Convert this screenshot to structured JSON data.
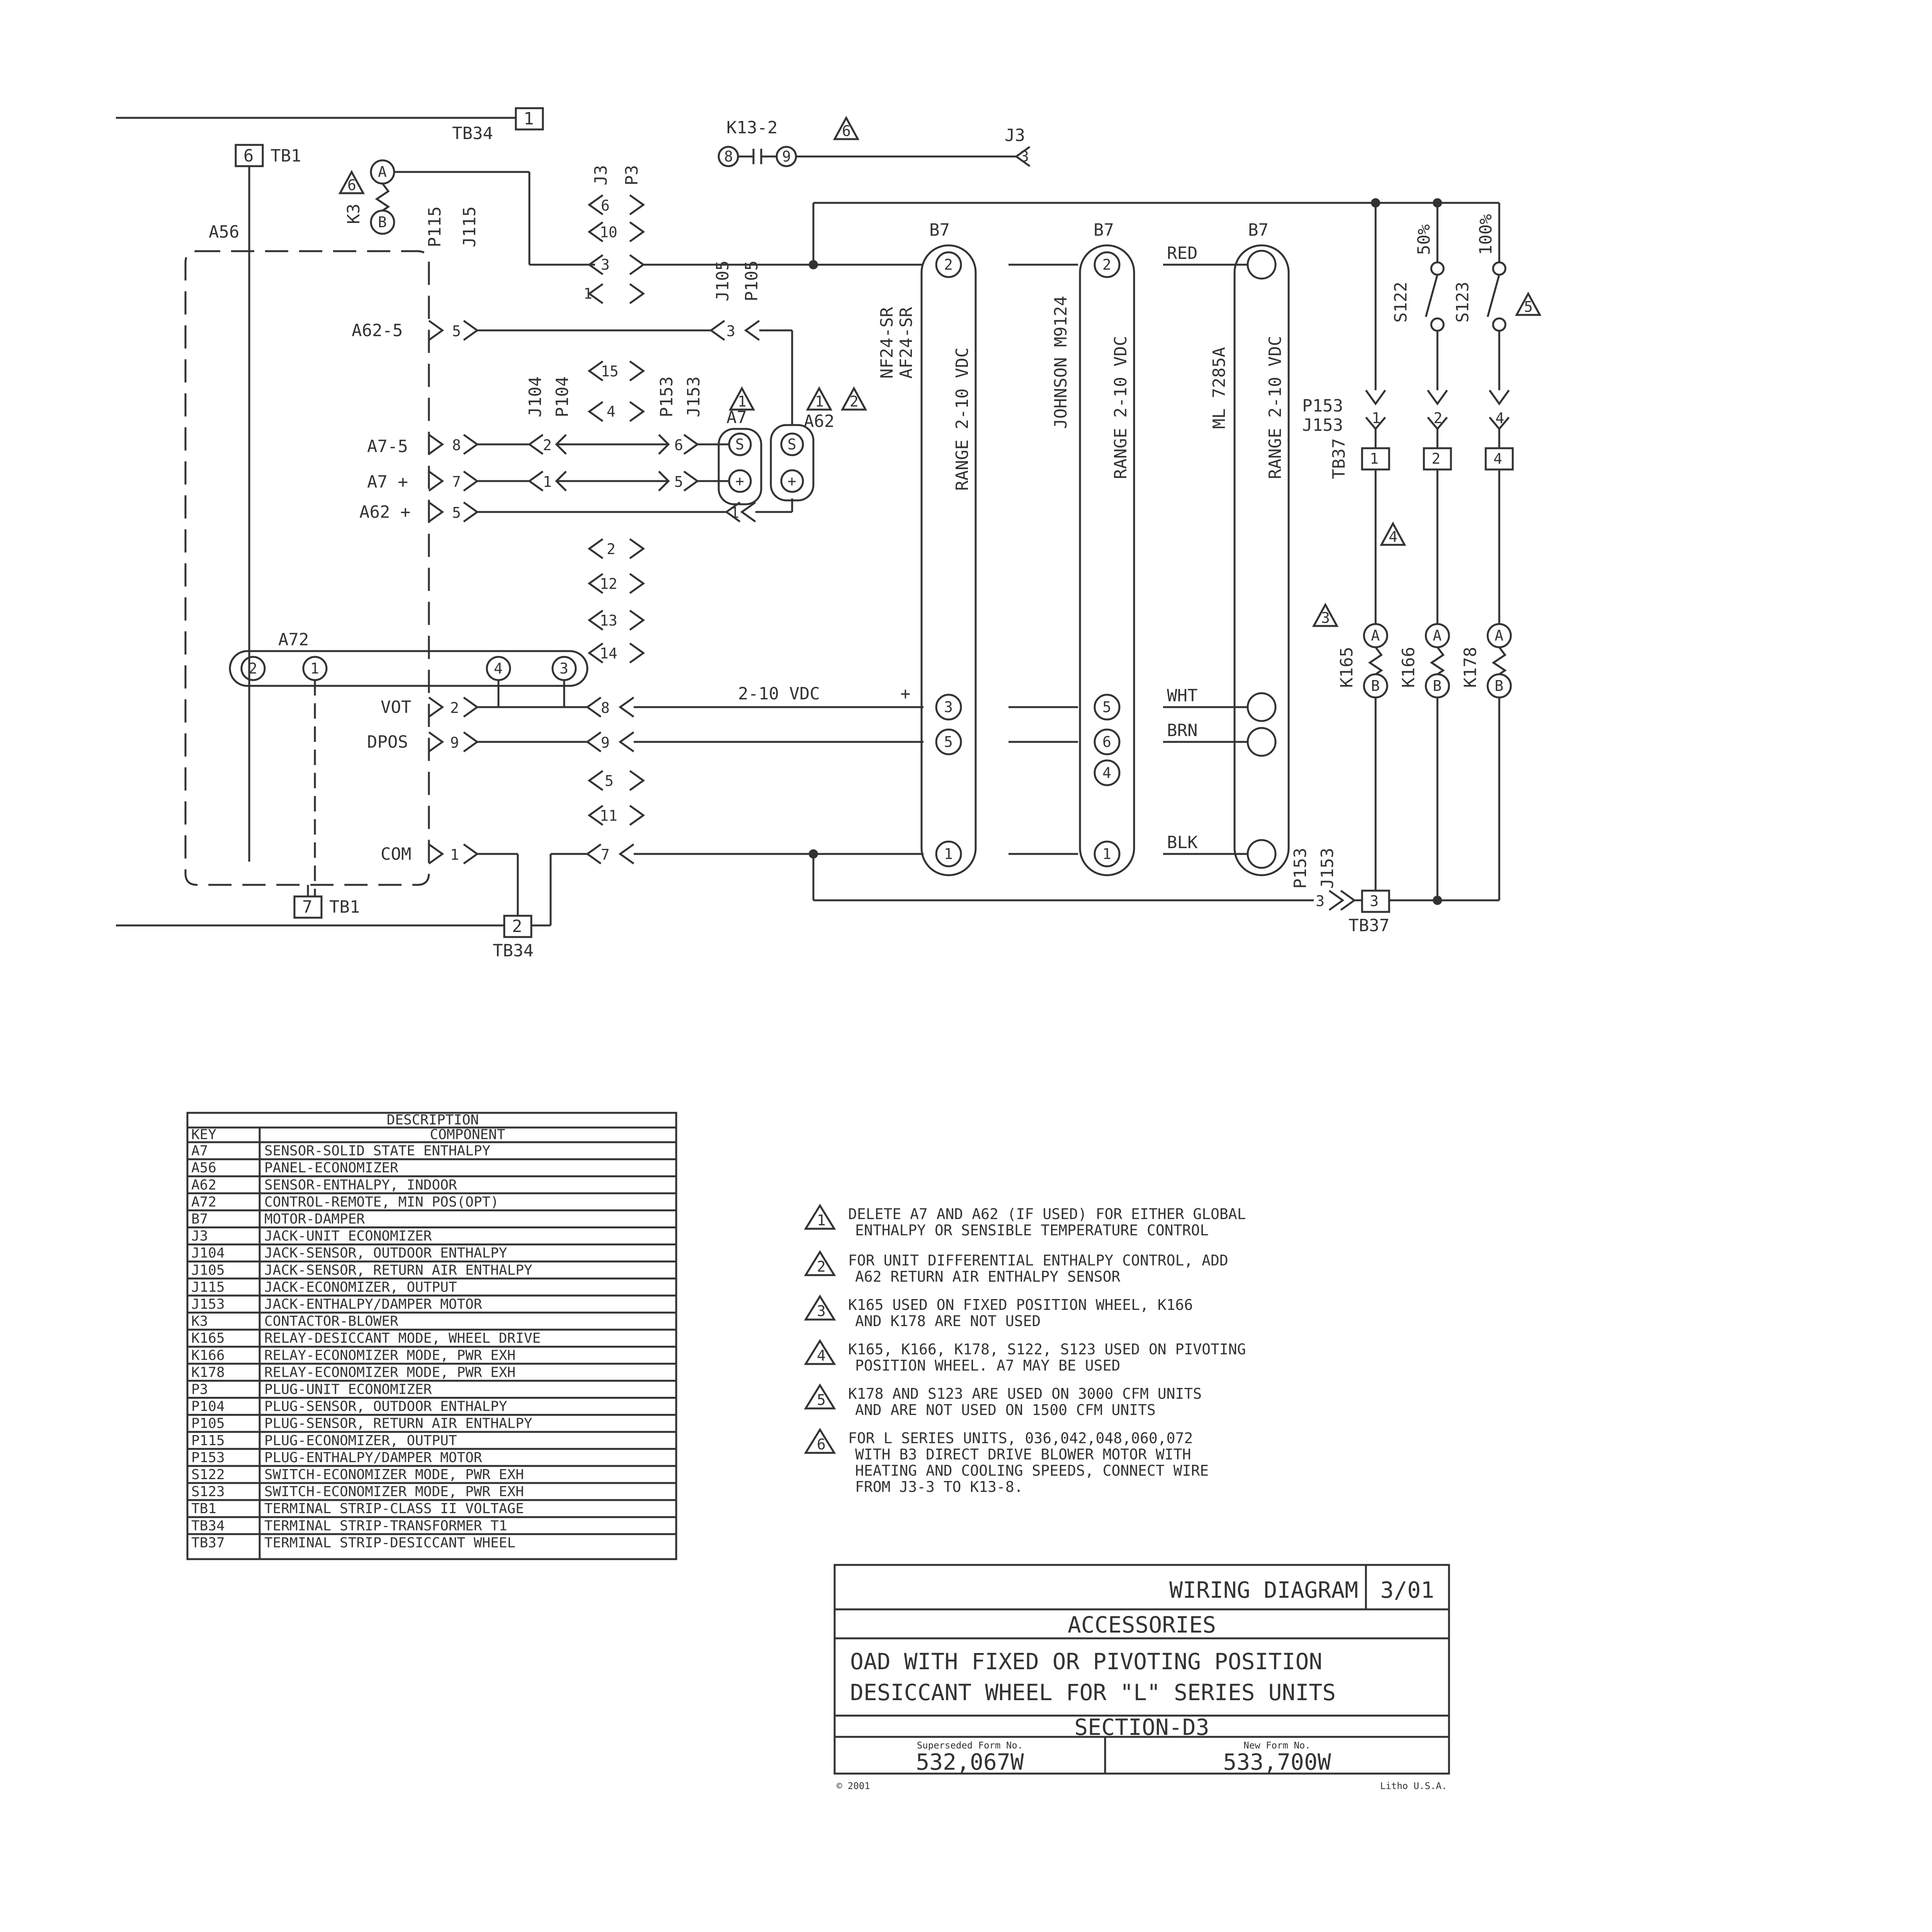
{
  "labels": {
    "tb34": "TB34",
    "tb1": "TB1",
    "k13_2": "K13-2",
    "j3": "J3",
    "p3": "P3",
    "k3": "K3",
    "p115": "P115",
    "j115": "J115",
    "a56": "A56",
    "b7": "B7",
    "a62_5": "A62-5",
    "a7_5": "A7-5",
    "a7_plus": "A7 +",
    "a62_plus": "A62 +",
    "j104": "J104",
    "p104": "P104",
    "p153": "P153",
    "j153": "J153",
    "j105": "J105",
    "p105": "P105",
    "a7": "A7",
    "a62": "A62",
    "a72": "A72",
    "vot": "VOT",
    "dpos": "DPOS",
    "com": "COM",
    "vdc": "2-10 VDC",
    "plus": "+",
    "nf24": "NF24-SR",
    "af24": "AF24-SR",
    "johnson": "JOHNSON M9124",
    "ml7285a": "ML 7285A",
    "range": "RANGE 2-10 VDC",
    "red": "RED",
    "wht": "WHT",
    "brn": "BRN",
    "blk": "BLK",
    "s122": "S122",
    "s123": "S123",
    "p50": "50%",
    "p100": "100%",
    "tb37": "TB37",
    "k165": "K165",
    "k166": "K166",
    "k178": "K178",
    "n_a": "A",
    "n_b": "B",
    "n_s": "S",
    "n_plus": "+",
    "n1": "1",
    "n2": "2",
    "n3": "3",
    "n4": "4",
    "n5": "5",
    "n6": "6",
    "n7": "7",
    "n8": "8",
    "n9": "9",
    "n10": "10",
    "n11": "11",
    "n12": "12",
    "n13": "13",
    "n14": "14",
    "n15": "15"
  },
  "table": {
    "title": "DESCRIPTION",
    "col_key": "KEY",
    "col_component": "COMPONENT",
    "rows": [
      {
        "key": "A7",
        "component": "SENSOR-SOLID STATE ENTHALPY"
      },
      {
        "key": "A56",
        "component": "PANEL-ECONOMIZER"
      },
      {
        "key": "A62",
        "component": "SENSOR-ENTHALPY, INDOOR"
      },
      {
        "key": "A72",
        "component": "CONTROL-REMOTE, MIN POS(OPT)"
      },
      {
        "key": "B7",
        "component": "MOTOR-DAMPER"
      },
      {
        "key": "J3",
        "component": "JACK-UNIT ECONOMIZER"
      },
      {
        "key": "J104",
        "component": "JACK-SENSOR, OUTDOOR ENTHALPY"
      },
      {
        "key": "J105",
        "component": "JACK-SENSOR, RETURN AIR ENTHALPY"
      },
      {
        "key": "J115",
        "component": "JACK-ECONOMIZER, OUTPUT"
      },
      {
        "key": "J153",
        "component": "JACK-ENTHALPY/DAMPER MOTOR"
      },
      {
        "key": "K3",
        "component": "CONTACTOR-BLOWER"
      },
      {
        "key": "K165",
        "component": "RELAY-DESICCANT MODE, WHEEL DRIVE"
      },
      {
        "key": "K166",
        "component": "RELAY-ECONOMIZER MODE, PWR EXH"
      },
      {
        "key": "K178",
        "component": "RELAY-ECONOMIZER MODE, PWR EXH"
      },
      {
        "key": "P3",
        "component": "PLUG-UNIT ECONOMIZER"
      },
      {
        "key": "P104",
        "component": "PLUG-SENSOR, OUTDOOR ENTHALPY"
      },
      {
        "key": "P105",
        "component": "PLUG-SENSOR, RETURN AIR ENTHALPY"
      },
      {
        "key": "P115",
        "component": "PLUG-ECONOMIZER, OUTPUT"
      },
      {
        "key": "P153",
        "component": "PLUG-ENTHALPY/DAMPER MOTOR"
      },
      {
        "key": "S122",
        "component": "SWITCH-ECONOMIZER MODE, PWR EXH"
      },
      {
        "key": "S123",
        "component": "SWITCH-ECONOMIZER MODE, PWR EXH"
      },
      {
        "key": "TB1",
        "component": "TERMINAL STRIP-CLASS II VOLTAGE"
      },
      {
        "key": "TB34",
        "component": "TERMINAL STRIP-TRANSFORMER T1"
      },
      {
        "key": "TB37",
        "component": "TERMINAL STRIP-DESICCANT WHEEL"
      }
    ]
  },
  "notes": [
    {
      "num": "1",
      "lines": [
        "DELETE A7 AND A62 (IF USED) FOR EITHER GLOBAL",
        "ENTHALPY OR SENSIBLE TEMPERATURE CONTROL"
      ]
    },
    {
      "num": "2",
      "lines": [
        "FOR UNIT DIFFERENTIAL ENTHALPY CONTROL, ADD",
        "A62 RETURN AIR ENTHALPY SENSOR"
      ]
    },
    {
      "num": "3",
      "lines": [
        "K165 USED ON FIXED POSITION WHEEL, K166",
        "AND K178 ARE NOT USED"
      ]
    },
    {
      "num": "4",
      "lines": [
        "K165, K166, K178, S122, S123 USED ON PIVOTING",
        "POSITION WHEEL. A7 MAY BE USED"
      ]
    },
    {
      "num": "5",
      "lines": [
        "K178 AND S123 ARE USED ON 3000 CFM UNITS",
        "AND ARE NOT USED ON 1500 CFM UNITS"
      ]
    },
    {
      "num": "6",
      "lines": [
        "FOR L SERIES UNITS, 036,042,048,060,072",
        "WITH B3 DIRECT DRIVE BLOWER MOTOR WITH",
        "HEATING AND COOLING SPEEDS, CONNECT WIRE",
        "FROM J3-3 TO K13-8."
      ]
    }
  ],
  "title_block": {
    "header": "WIRING DIAGRAM",
    "date": "3/01",
    "category": "ACCESSORIES",
    "desc1": "OAD WITH FIXED OR PIVOTING POSITION",
    "desc2": "DESICCANT WHEEL FOR \"L\" SERIES UNITS",
    "section": "SECTION-D3",
    "superseded_label": "Superseded Form No.",
    "superseded_value": "532,067W",
    "new_label": "New Form No.",
    "new_value": "533,700W",
    "copyright": "© 2001",
    "litho": "Litho U.S.A."
  }
}
